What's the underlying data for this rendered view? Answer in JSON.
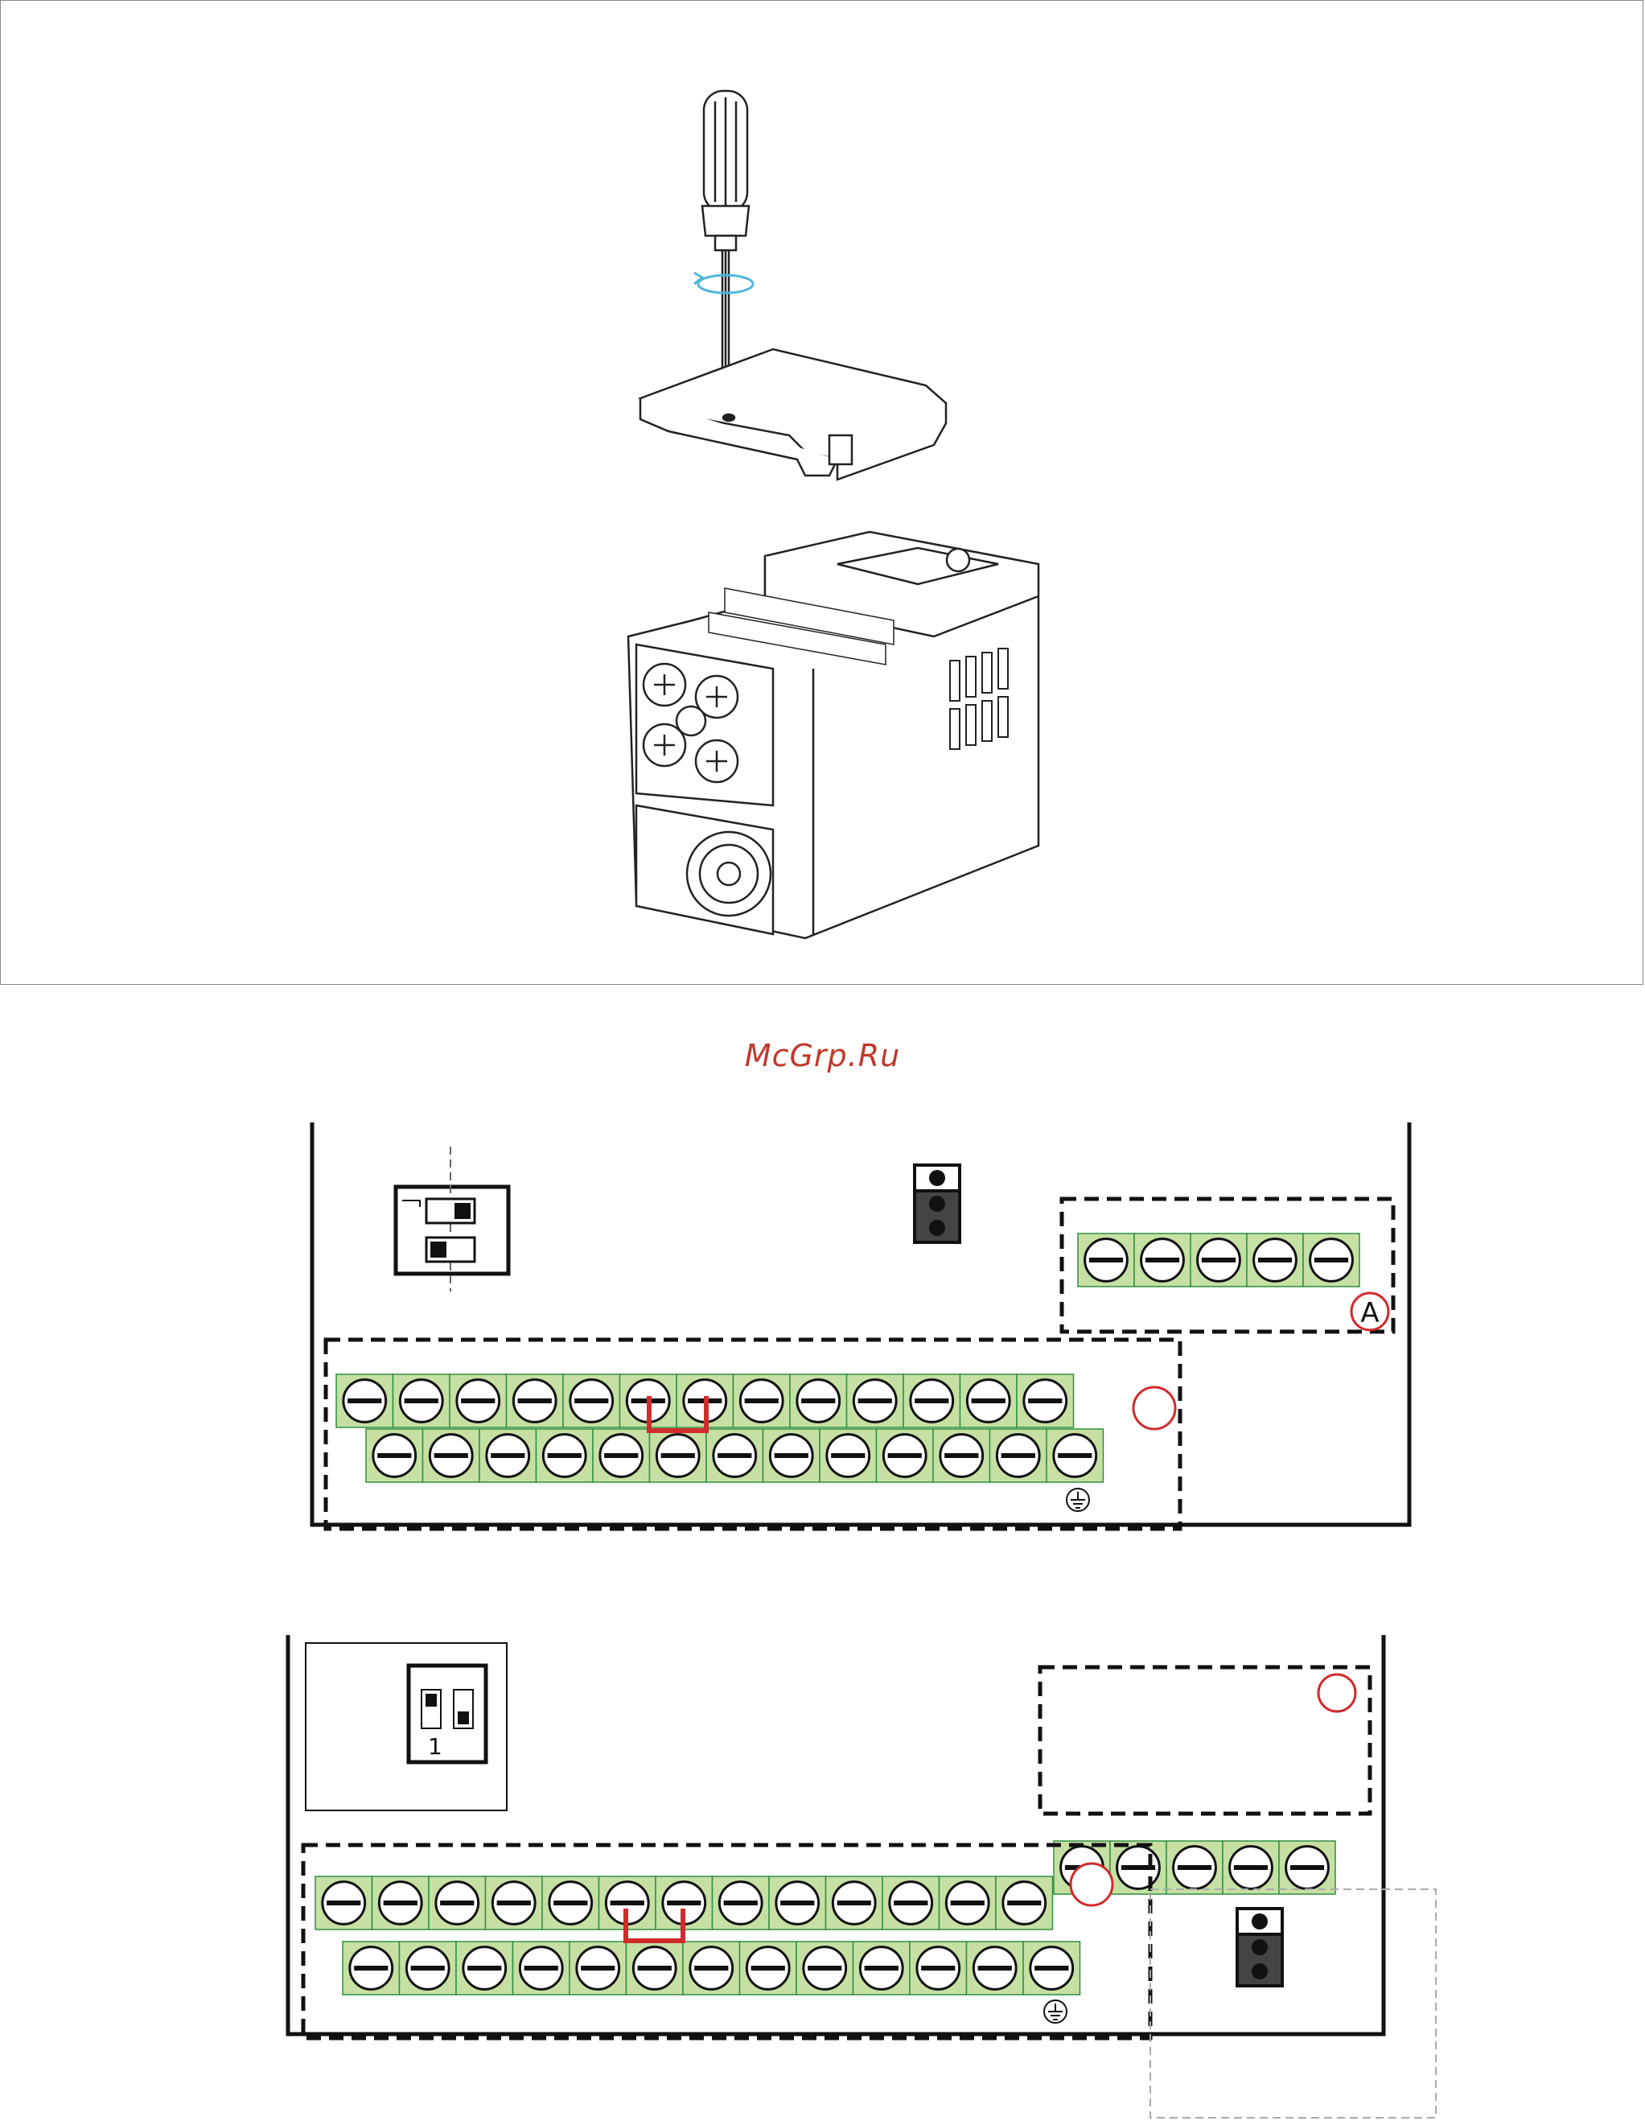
{
  "watermark": "McGrp.Ru",
  "diagram_top": {
    "label_a": "A",
    "jumper_dots": 3,
    "relay_screws": 5,
    "row_upper_screws": 13,
    "row_lower_screws": 13
  },
  "diagram_bottom": {
    "dip_label": "1",
    "jumper_dots": 3,
    "relay_screws": 5,
    "row_upper_screws": 13,
    "row_lower_screws": 13
  },
  "colors": {
    "terminal_fill": "#c6e0a4",
    "terminal_edge": "#2f8f3f",
    "highlight": "#d12b2b",
    "outline": "#111111"
  }
}
